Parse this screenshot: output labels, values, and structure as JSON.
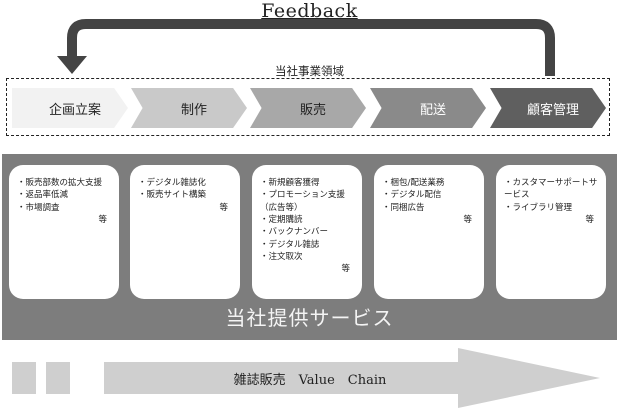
{
  "feedback": {
    "title": "Feedback"
  },
  "business_domain": {
    "label": "当社事業領域"
  },
  "stages": [
    "企画立案",
    "制作",
    "販売",
    "配送",
    "顧客管理"
  ],
  "stage_colors": [
    "#f2f2f2",
    "#c9c9c9",
    "#a8a8a8",
    "#8a8a8a",
    "#5f5f5f"
  ],
  "stage_text_colors": [
    "#222222",
    "#222222",
    "#222222",
    "#ffffff",
    "#ffffff"
  ],
  "services": {
    "title": "当社提供サービス",
    "cards": [
      {
        "items": [
          "販売部数の拡大支援",
          "返品率低減",
          "市場調査"
        ],
        "etc": "等"
      },
      {
        "items": [
          "デジタル雑誌化",
          "販売サイト構築"
        ],
        "etc": "等"
      },
      {
        "items": [
          "新規顧客獲得",
          "プロモーション支援（広告等）",
          "定期購読",
          "バックナンバー",
          "デジタル雑誌",
          "注文取次"
        ],
        "etc": "等"
      },
      {
        "items": [
          "梱包/配送業務",
          "デジタル配信",
          "同梱広告"
        ],
        "etc": "等"
      },
      {
        "items": [
          "カスタマーサポートサービス",
          "ライブラリ管理"
        ],
        "etc": "等"
      }
    ]
  },
  "value_chain": {
    "label": "雑誌販売　Value　Chain"
  }
}
